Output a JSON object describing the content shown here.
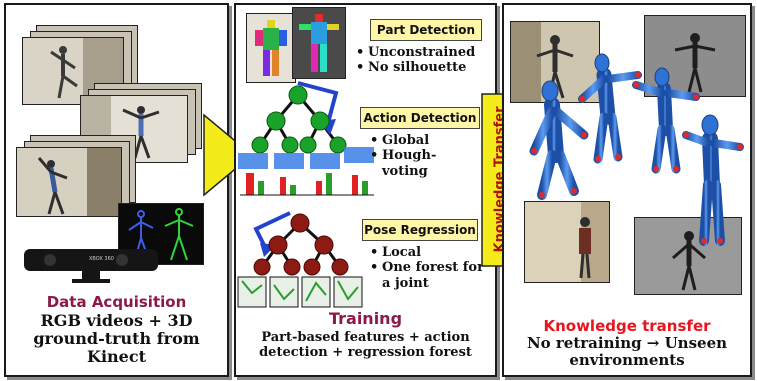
{
  "panel1": {
    "title": "Data Acquisition",
    "body_lines": [
      "RGB videos + 3D",
      "ground-truth from",
      "Kinect"
    ],
    "device_text": "XBOX 360"
  },
  "panel2": {
    "part_detection": {
      "label": "Part Detection",
      "bullets": [
        "Unconstrained",
        "No silhouette"
      ]
    },
    "action_detection": {
      "label": "Action Detection",
      "bullets": [
        "Global",
        "Hough-",
        "voting"
      ]
    },
    "pose_regression": {
      "label": "Pose Regression",
      "bullets": [
        "Local",
        "One forest for",
        "a joint"
      ]
    },
    "title": "Training",
    "body_lines": [
      "Part-based features + action",
      "detection + regression forest"
    ]
  },
  "transfer_label": "Knowledge Transfer",
  "panel3": {
    "title": "Knowledge transfer",
    "body_lines": [
      "No retraining → Unseen",
      "environments"
    ]
  },
  "colors": {
    "title_maroon": "#8b1a4a",
    "title_red": "#e8141e",
    "arrow_yellow": "#f4ec1a",
    "tree_green": "#1aa32a",
    "tree_red": "#8e1a14",
    "mannequin_blue": "#2f72d6",
    "label_yellow": "#fff6a8"
  }
}
